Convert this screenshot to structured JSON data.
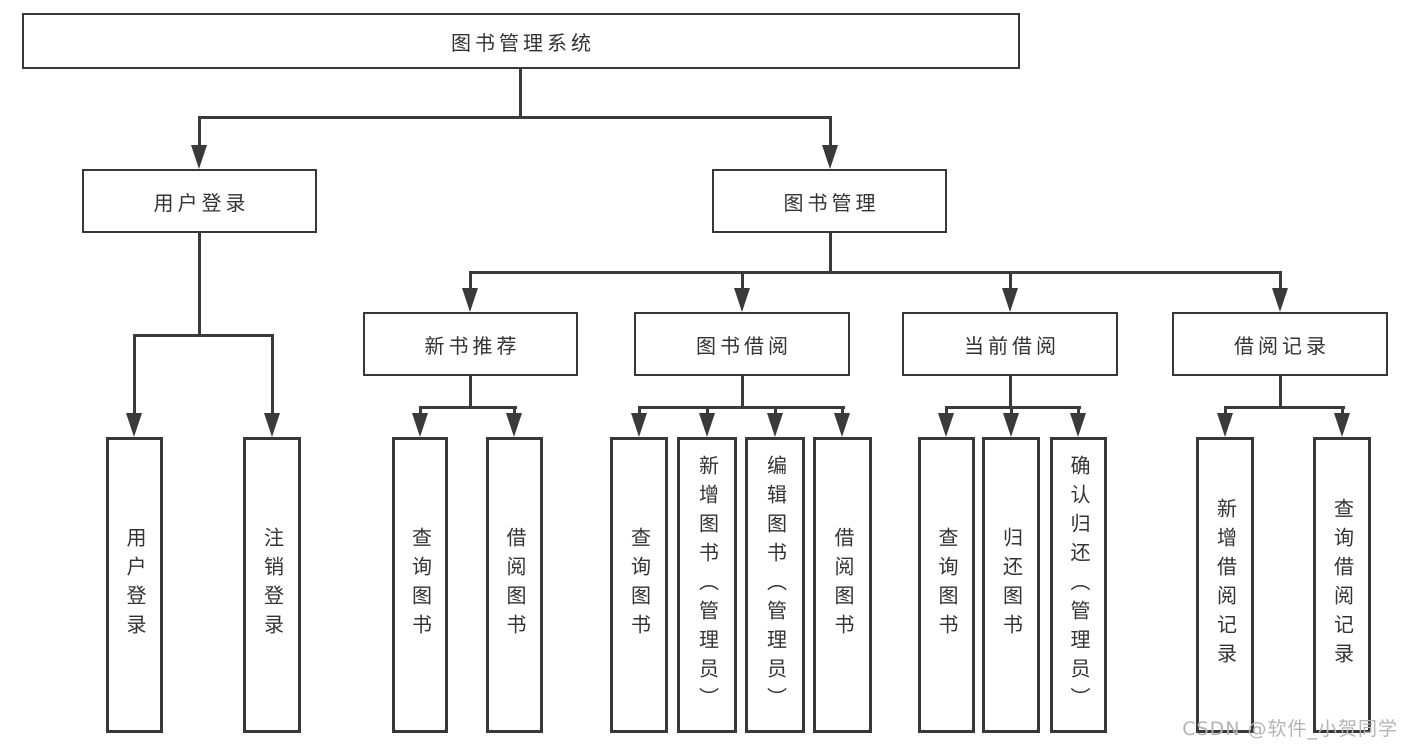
{
  "tree": {
    "root": {
      "label": "图书管理系统"
    },
    "branches": [
      {
        "label": "用户登录",
        "children": [
          {
            "label": "用户登录"
          },
          {
            "label": "注销登录"
          }
        ]
      },
      {
        "label": "图书管理",
        "children": [
          {
            "label": "新书推荐",
            "children": [
              {
                "label": "查询图书"
              },
              {
                "label": "借阅图书"
              }
            ]
          },
          {
            "label": "图书借阅",
            "children": [
              {
                "label": "查询图书"
              },
              {
                "label": "新增图书（管理员）"
              },
              {
                "label": "编辑图书（管理员）"
              },
              {
                "label": "借阅图书"
              }
            ]
          },
          {
            "label": "当前借阅",
            "children": [
              {
                "label": "查询图书"
              },
              {
                "label": "归还图书"
              },
              {
                "label": "确认归还（管理员）"
              }
            ]
          },
          {
            "label": "借阅记录",
            "children": [
              {
                "label": "新增借阅记录"
              },
              {
                "label": "查询借阅记录"
              }
            ]
          }
        ]
      }
    ]
  },
  "watermark": "CSDN @软件_小贺同学",
  "colors": {
    "line": "#3a3a3a",
    "box_border": "#383838",
    "text": "#333333",
    "watermark": "#b4b4b4",
    "background": "#ffffff"
  }
}
